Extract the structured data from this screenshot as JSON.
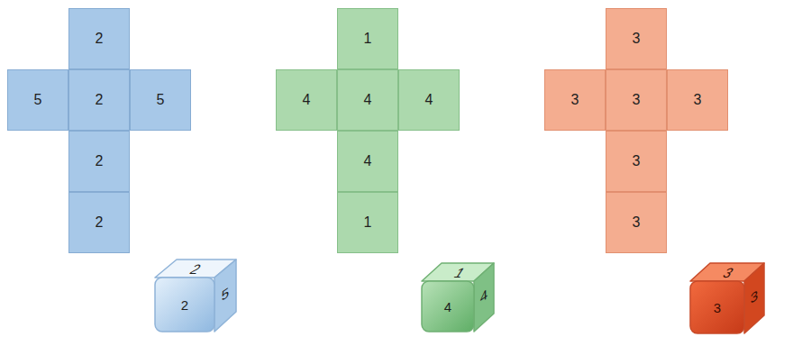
{
  "diagram": {
    "nodes": [
      {
        "text": [
          "2"
        ]
      },
      {
        "text": [
          "5"
        ]
      },
      {
        "text": [
          "2"
        ]
      },
      {
        "text": [
          "5"
        ]
      },
      {
        "text": [
          "2"
        ]
      },
      {
        "text": [
          "2"
        ]
      },
      {
        "text": [
          "1"
        ]
      },
      {
        "text": [
          "4"
        ]
      },
      {
        "text": [
          "4"
        ]
      },
      {
        "text": [
          "4"
        ]
      },
      {
        "text": [
          "4"
        ]
      },
      {
        "text": [
          "1"
        ]
      },
      {
        "text": [
          "3"
        ]
      },
      {
        "text": [
          "3"
        ]
      },
      {
        "text": [
          "3"
        ]
      },
      {
        "text": [
          "3"
        ]
      },
      {
        "text": [
          "3"
        ]
      },
      {
        "text": [
          "3"
        ]
      }
    ],
    "labels": [
      "2",
      "2",
      "5",
      "1",
      "4",
      "4",
      "3",
      "3",
      "3"
    ]
  }
}
